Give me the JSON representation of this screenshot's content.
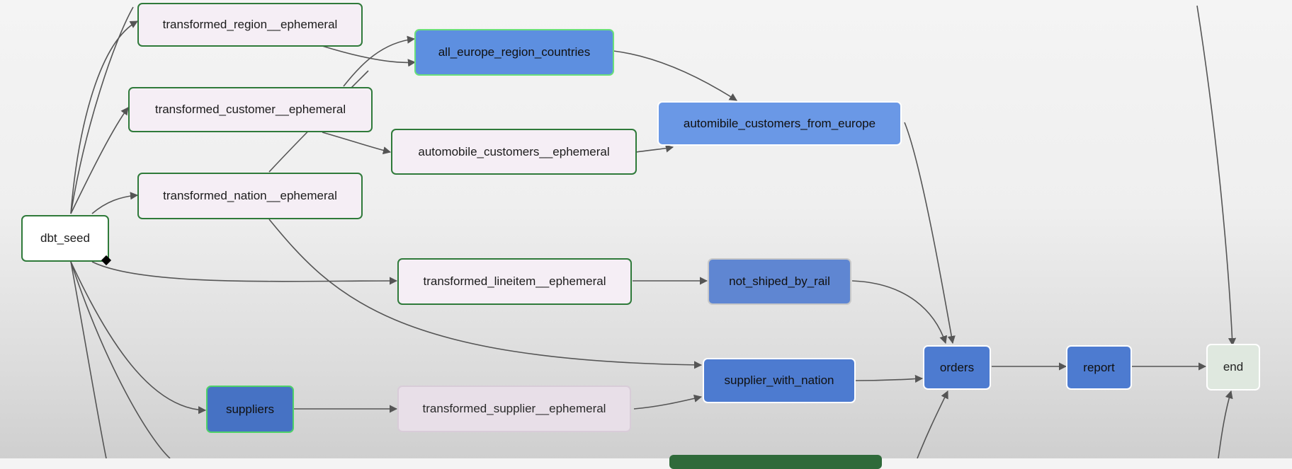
{
  "dag": {
    "nodes": {
      "transformed_region": "transformed_region__ephemeral",
      "all_europe": "all_europe_region_countries",
      "transformed_customer": "transformed_customer__ephemeral",
      "automobile_customers": "automobile_customers__ephemeral",
      "automibile_customers_from_europe": "automibile_customers_from_europe",
      "transformed_nation": "transformed_nation__ephemeral",
      "dbt_seed": "dbt_seed",
      "transformed_lineitem": "transformed_lineitem__ephemeral",
      "not_shiped": "not_shiped_by_rail",
      "supplier_with_nation": "supplier_with_nation",
      "orders": "orders",
      "report": "report",
      "end": "end",
      "suppliers": "suppliers",
      "transformed_supplier": "transformed_supplier__ephemeral"
    }
  },
  "colors": {
    "edge": "#555555",
    "ephemeral_border": "#2f7a3a",
    "model_fill": "#6a98e6",
    "highlight_border": "#6be07a"
  }
}
